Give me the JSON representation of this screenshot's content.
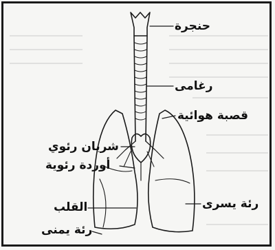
{
  "labels": {
    "larynx": "حنجرة",
    "pharynx": "رغامى",
    "bronchus": "قصبة هوائية",
    "pulmonary_artery": "شريان رئوي",
    "pulmonary_veins": "أوردة رئوية",
    "left_lung": "رئة يسرى",
    "heart": "القلب",
    "right_lung": "رئة يمنى"
  },
  "colors": {
    "ink": "#1a1a1a",
    "background": "#f6f6f4"
  }
}
